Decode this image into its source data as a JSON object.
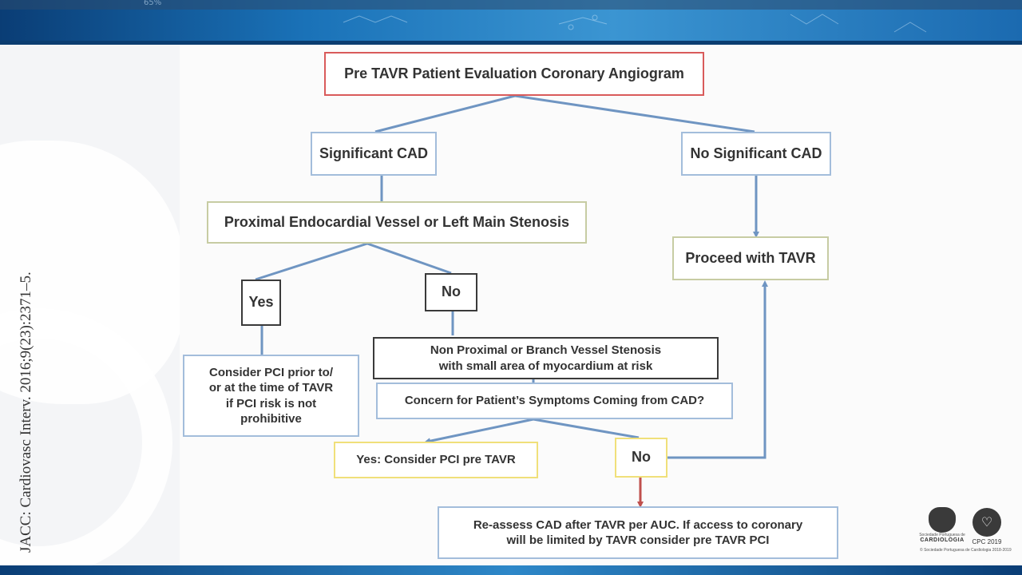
{
  "citation": "JACC: Cardiovasc Interv. 2016;9(23):2371–5.",
  "banner": {
    "partial_text_left": "65%"
  },
  "nodes": {
    "root": "Pre TAVR Patient Evaluation Coronary Angiogram",
    "significant_cad": "Significant CAD",
    "no_significant_cad": "No Significant CAD",
    "proximal": "Proximal Endocardial Vessel or Left Main Stenosis",
    "proceed_tavr": "Proceed with TAVR",
    "yes_1": "Yes",
    "no_1": "No",
    "consider_pci_line1": "Consider PCI prior to/",
    "consider_pci_line2": "or at the time of TAVR",
    "consider_pci_line3": "if PCI risk is not",
    "consider_pci_line4": "prohibitive",
    "non_proximal_line1": "Non Proximal or Branch Vessel Stenosis",
    "non_proximal_line2": "with small area of myocardium at risk",
    "concern": "Concern for Patient’s Symptoms Coming from CAD?",
    "yes_consider_pci": "Yes: Consider PCI pre TAVR",
    "no_2": "No",
    "reassess_line1": "Re-assess CAD after TAVR per AUC. If access to coronary",
    "reassess_line2": "will be limited by TAVR consider pre TAVR PCI"
  },
  "logos": {
    "spc_small": "Sociedade Portuguesa de",
    "spc_big": "CARDIOLOGIA",
    "cpc": "CPC 2019",
    "caption": "© Sociedade Portuguesa de Cardiologia 2018-2019"
  },
  "colors": {
    "connector": "#6f95c2",
    "red_arrow": "#c0504d",
    "root_border": "#d95b5b",
    "banner": "#1a72b8"
  }
}
